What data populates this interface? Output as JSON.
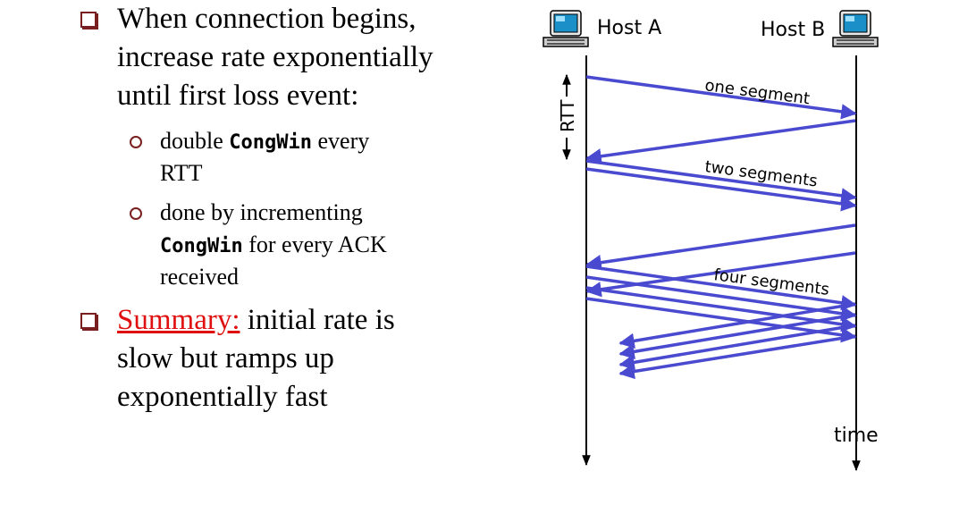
{
  "bullets": {
    "b1": {
      "line1": "When connection begins,",
      "line2": "increase rate exponentially",
      "line3": "until first loss event:"
    },
    "sub1": {
      "pre": "double ",
      "code": "CongWin",
      "post": " every",
      "line2": "RTT"
    },
    "sub2": {
      "line1": "done by incrementing",
      "code": "CongWin",
      "post": " for every ACK",
      "line3": "received"
    },
    "b2": {
      "highlight": "Summary:",
      "rest": " initial rate is",
      "line2": "slow but ramps up",
      "line3": "exponentially fast"
    }
  },
  "diagram": {
    "host_a": "Host A",
    "host_b": "Host B",
    "rtt": "RTT",
    "one_segment": "one segment",
    "two_segments": "two segments",
    "four_segments": "four segments",
    "time": "time",
    "arrow_color": "#4a4ad0",
    "icon": "computer-icon"
  },
  "colors": {
    "bullet": "#7a1f1f",
    "summary": "#e01010"
  }
}
